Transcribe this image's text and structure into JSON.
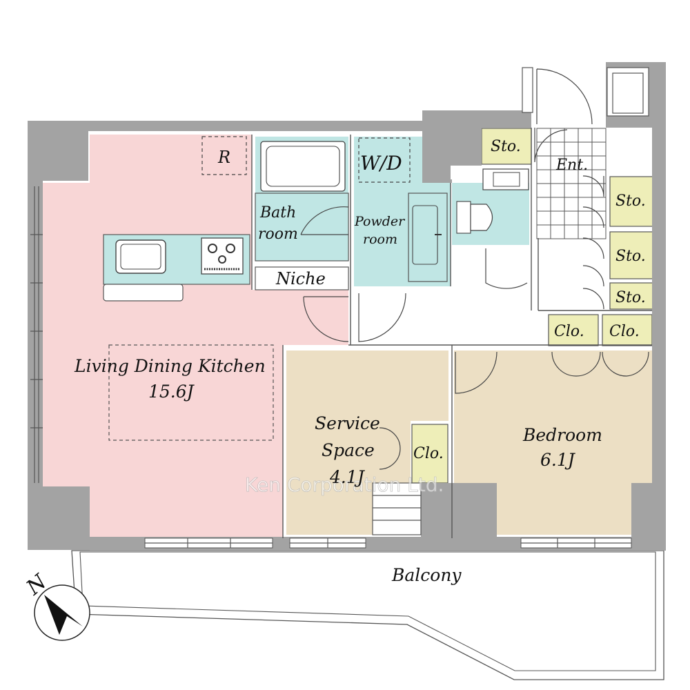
{
  "colors": {
    "ldk": "#f8d6d6",
    "bath": "#c0e6e4",
    "wood": "#ecdfc4",
    "storage": "#eeeeb8",
    "wall": "#a3a3a3"
  },
  "rooms": {
    "ldk": {
      "name": "Living Dining Kitchen",
      "size": "15.6J"
    },
    "refrigerator": {
      "label": "R"
    },
    "bath": {
      "line1": "Bath",
      "line2": "room"
    },
    "washer_dryer": {
      "label": "W/D"
    },
    "powder": {
      "line1": "Powder",
      "line2": "room"
    },
    "niche": {
      "label": "Niche"
    },
    "entrance": {
      "label": "Ent."
    },
    "service": {
      "line1": "Service",
      "line2": "Space",
      "size": "4.1J"
    },
    "bedroom": {
      "name": "Bedroom",
      "size": "6.1J"
    },
    "balcony": {
      "label": "Balcony"
    }
  },
  "storage": {
    "sto_top": "Sto.",
    "sto_1": "Sto.",
    "sto_2": "Sto.",
    "sto_3": "Sto.",
    "clo_1": "Clo.",
    "clo_2": "Clo.",
    "clo_service": "Clo."
  },
  "compass": {
    "label": "N"
  },
  "watermark": "Ken Corporation Ltd."
}
